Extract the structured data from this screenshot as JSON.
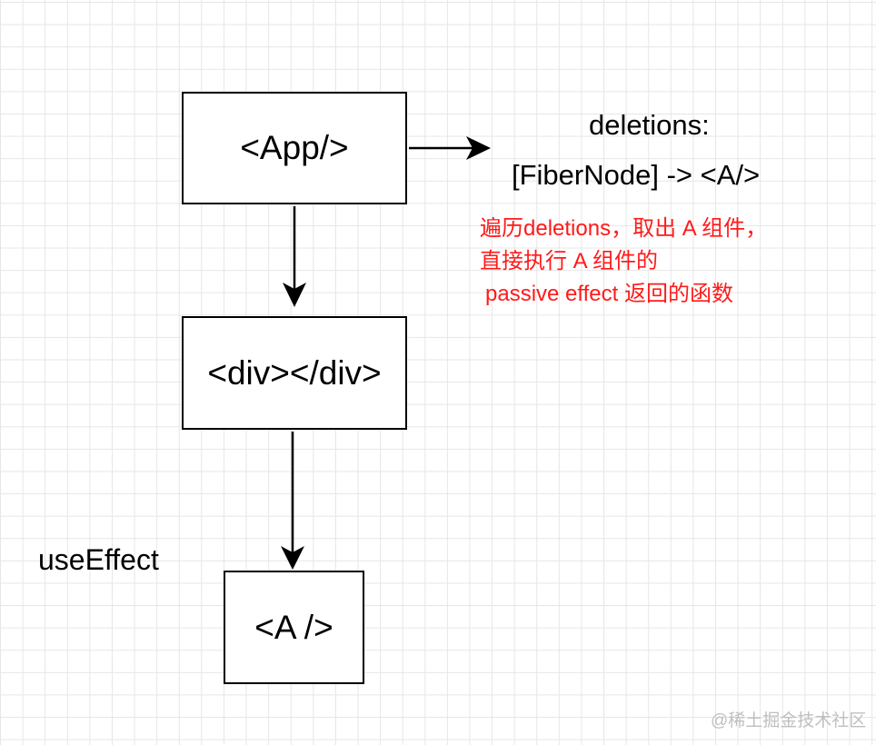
{
  "nodes": {
    "app": "<App/>",
    "div": "<div></div>",
    "a": "<A />"
  },
  "deletions": {
    "title": "deletions:",
    "list": "[FiberNode] -> <A/>"
  },
  "note": {
    "lines": [
      "遍历deletions，取出 A 组件，",
      "直接执行 A 组件的",
      "passive effect 返回的函数"
    ],
    "color": "#ff1a1a"
  },
  "effect_label": "useEffect",
  "watermark": "@稀土掘金技术社区"
}
